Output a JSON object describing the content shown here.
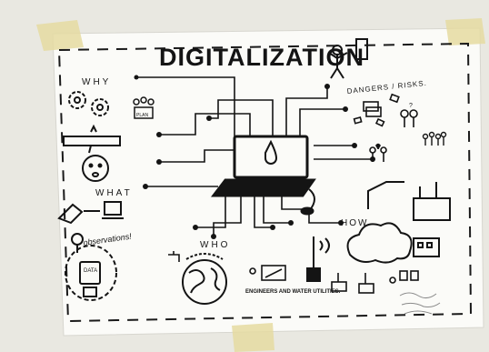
{
  "poster": {
    "title": "DIGITALIZATION",
    "sections": {
      "why": "WHY",
      "what": "WHAT",
      "who": "WHO",
      "how": "HOW",
      "dangers": "DANGERS / RISKS."
    },
    "plan_label": "PLAN",
    "observations_label": "observations!",
    "data_label": "DATA",
    "engineers_label": "ENGINEERS AND WATER UTILITIES."
  },
  "colors": {
    "wall": "#ecebe5",
    "paper": "#fbfbf8",
    "ink": "#141414",
    "tape": "#e6dca4"
  }
}
